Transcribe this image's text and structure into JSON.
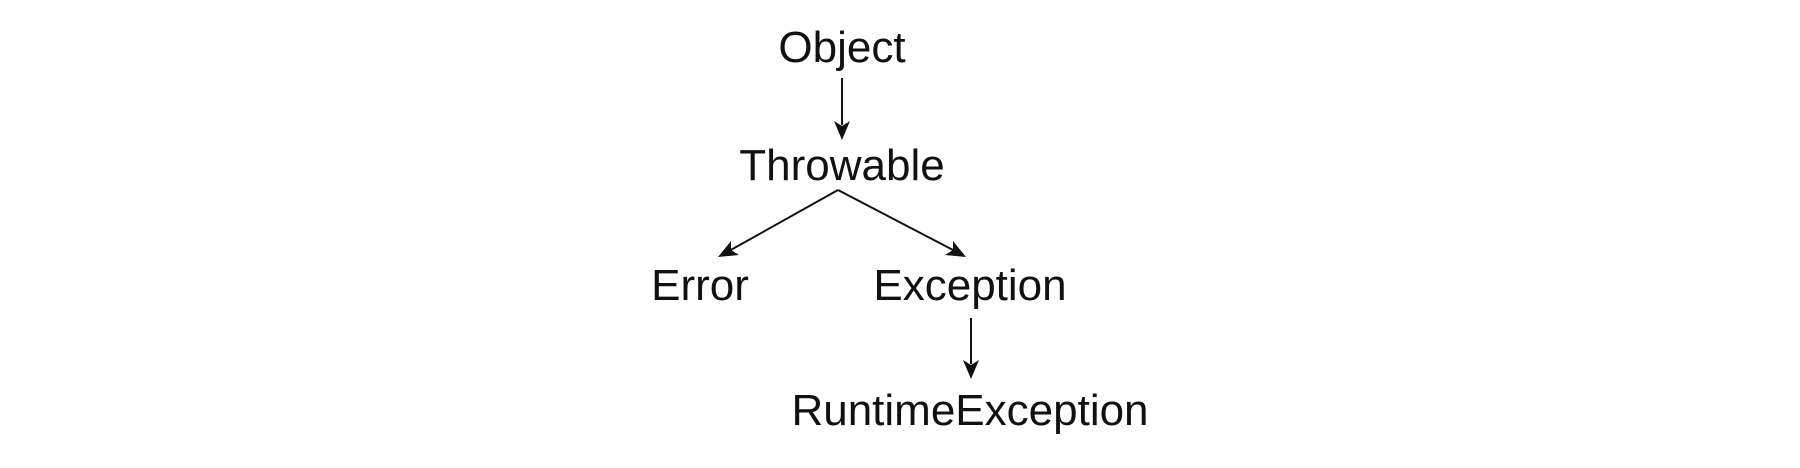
{
  "diagram": {
    "nodes": {
      "object": "Object",
      "throwable": "Throwable",
      "error": "Error",
      "exception": "Exception",
      "runtime_exception": "RuntimeException"
    },
    "edges": [
      {
        "from": "Object",
        "to": "Throwable"
      },
      {
        "from": "Throwable",
        "to": "Error"
      },
      {
        "from": "Throwable",
        "to": "Exception"
      },
      {
        "from": "Exception",
        "to": "RuntimeException"
      }
    ]
  }
}
